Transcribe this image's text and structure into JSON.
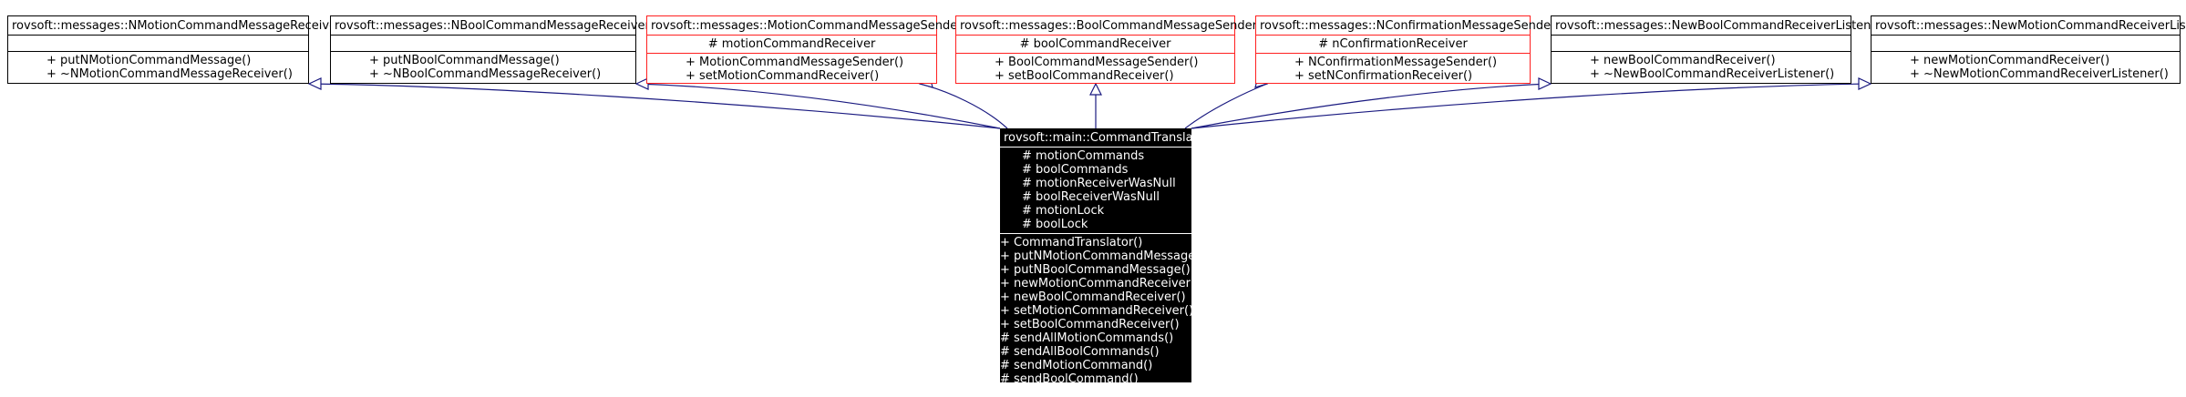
{
  "base_classes": [
    {
      "name": "rovsoft::messages::NMotionCommandMessageReceiver",
      "attributes": [],
      "operations": [
        "+ putNMotionCommandMessage()",
        "+ ~NMotionCommandMessageReceiver()"
      ]
    },
    {
      "name": "rovsoft::messages::NBoolCommandMessageReceiver",
      "attributes": [],
      "operations": [
        "+ putNBoolCommandMessage()",
        "+ ~NBoolCommandMessageReceiver()"
      ]
    },
    {
      "name": "rovsoft::messages::MotionCommandMessageSender",
      "attributes": [
        "# motionCommandReceiver"
      ],
      "operations": [
        "+ MotionCommandMessageSender()",
        "+ setMotionCommandReceiver()"
      ]
    },
    {
      "name": "rovsoft::messages::BoolCommandMessageSender",
      "attributes": [
        "# boolCommandReceiver"
      ],
      "operations": [
        "+ BoolCommandMessageSender()",
        "+ setBoolCommandReceiver()"
      ]
    },
    {
      "name": "rovsoft::messages::NConfirmationMessageSender",
      "attributes": [
        "# nConfirmationReceiver"
      ],
      "operations": [
        "+ NConfirmationMessageSender()",
        "+ setNConfirmationReceiver()"
      ]
    },
    {
      "name": "rovsoft::messages::NewBoolCommandReceiverListener",
      "attributes": [],
      "operations": [
        "+ newBoolCommandReceiver()",
        "+ ~NewBoolCommandReceiverListener()"
      ]
    },
    {
      "name": "rovsoft::messages::NewMotionCommandReceiverListener",
      "attributes": [],
      "operations": [
        "+ newMotionCommandReceiver()",
        "+ ~NewMotionCommandReceiverListener()"
      ]
    }
  ],
  "main_class": {
    "name": "rovsoft::main::CommandTranslator",
    "attributes": [
      "# motionCommands",
      "# boolCommands",
      "# motionReceiverWasNull",
      "# boolReceiverWasNull",
      "# motionLock",
      "# boolLock"
    ],
    "operations": [
      "+ CommandTranslator()",
      "+ putNMotionCommandMessage()",
      "+ putNBoolCommandMessage()",
      "+ newMotionCommandReceiver()",
      "+ newBoolCommandReceiver()",
      "+ setMotionCommandReceiver()",
      "+ setBoolCommandReceiver()",
      "# sendAllMotionCommands()",
      "# sendAllBoolCommands()",
      "# sendMotionCommand()",
      "# sendBoolCommand()"
    ]
  },
  "colors": {
    "edge": "#1a1a80",
    "interface_border": "#000000",
    "class_border": "#ff2020",
    "main_fill": "#000000",
    "main_text": "#ffffff"
  }
}
